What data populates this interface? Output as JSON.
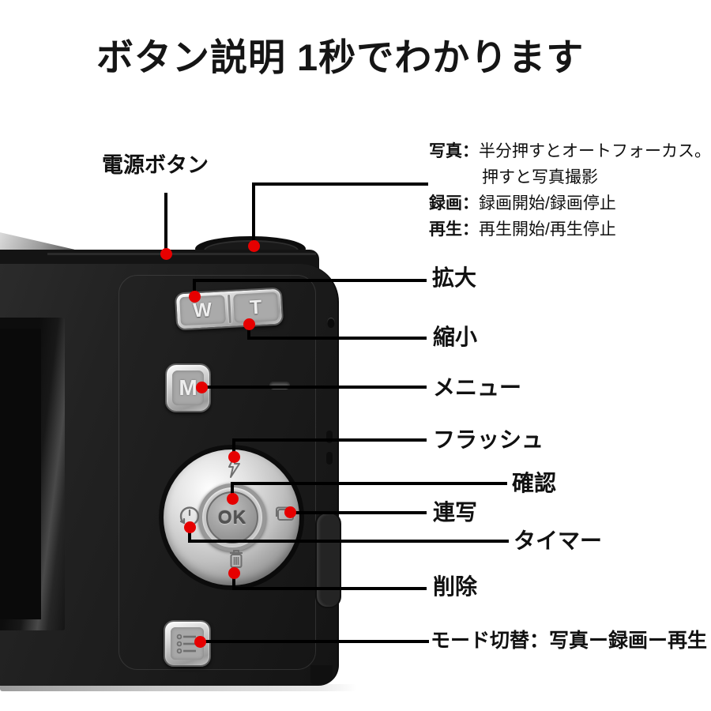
{
  "title": "ボタン説明 1秒でわかります",
  "colors": {
    "background": "#ffffff",
    "accent_red": "#e60000",
    "line_black": "#000000",
    "camera_body": "#1e1e1e",
    "button_silver": "#c4c4c4"
  },
  "annotations": {
    "power": {
      "label": "電源ボタン"
    },
    "zoom_in": {
      "label": "拡大"
    },
    "zoom_out": {
      "label": "縮小"
    },
    "menu": {
      "label": "メニュー"
    },
    "flash": {
      "label": "フラッシュ"
    },
    "ok": {
      "label": "確認"
    },
    "burst": {
      "label": "連写"
    },
    "timer": {
      "label": "タイマー"
    },
    "delete": {
      "label": "削除"
    },
    "mode": {
      "label": "モード切替：写真ー録画ー再生"
    }
  },
  "shutter_legend": {
    "photo_key": "写真：",
    "photo_desc_line1": "半分押すとオートフォーカス。",
    "photo_desc_line2": "押すと写真撮影",
    "video_key": "録画：",
    "video_desc": "録画開始/録画停止",
    "play_key": "再生：",
    "play_desc": "再生開始/再生停止"
  },
  "camera": {
    "wt_w": "W",
    "wt_t": "T",
    "menu_letter": "M",
    "ok_label": "OK",
    "icons": [
      "flash-icon",
      "burst-icon",
      "timer-icon",
      "trash-icon",
      "mode-icon"
    ]
  }
}
